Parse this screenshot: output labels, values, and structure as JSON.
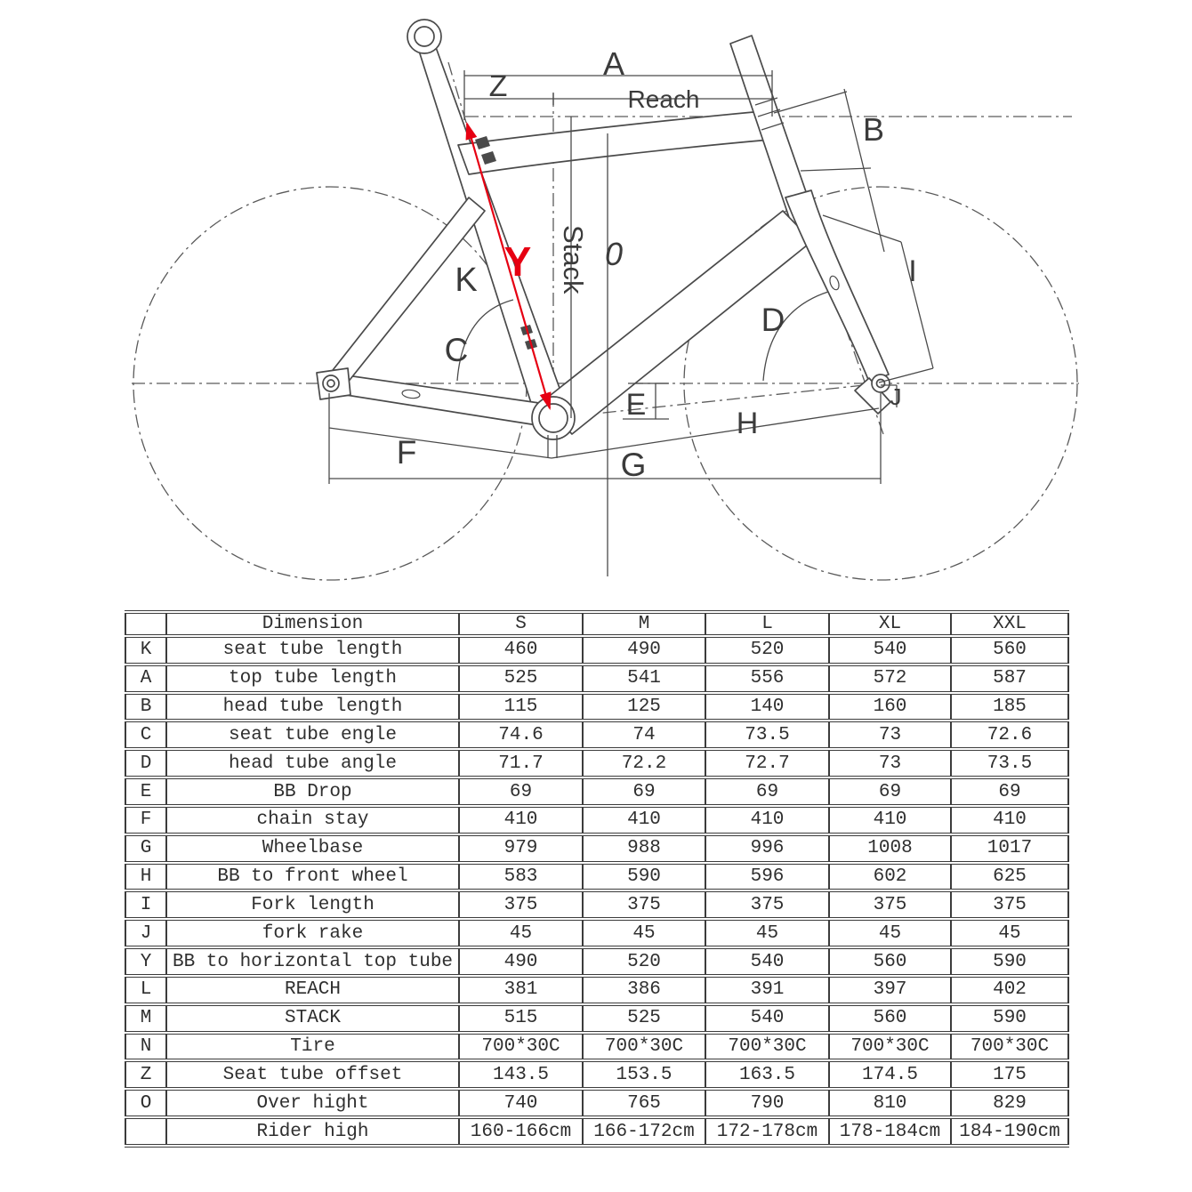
{
  "colors": {
    "line": "#4a4a4a",
    "accent_red": "#e60012",
    "table_border": "#3c3c3c",
    "background": "#ffffff"
  },
  "diagram": {
    "labels": {
      "A": "A",
      "Z": "Z",
      "reach": "Reach",
      "B": "B",
      "I": "I",
      "D": "D",
      "K": "K",
      "C": "C",
      "Y": "Y",
      "stack": "Stack",
      "O": "0",
      "E": "E",
      "H": "H",
      "J": "J",
      "F": "F",
      "G": "G"
    }
  },
  "table": {
    "headers": [
      "",
      "Dimension",
      "S",
      "M",
      "L",
      "XL",
      "XXL"
    ],
    "rows": [
      {
        "key": "K",
        "dimension": "seat tube length",
        "values": [
          "460",
          "490",
          "520",
          "540",
          "560"
        ]
      },
      {
        "key": "A",
        "dimension": "top tube length",
        "values": [
          "525",
          "541",
          "556",
          "572",
          "587"
        ]
      },
      {
        "key": "B",
        "dimension": "head tube length",
        "values": [
          "115",
          "125",
          "140",
          "160",
          "185"
        ]
      },
      {
        "key": "C",
        "dimension": "seat tube engle",
        "values": [
          "74.6",
          "74",
          "73.5",
          "73",
          "72.6"
        ]
      },
      {
        "key": "D",
        "dimension": "head tube angle",
        "values": [
          "71.7",
          "72.2",
          "72.7",
          "73",
          "73.5"
        ]
      },
      {
        "key": "E",
        "dimension": "BB Drop",
        "values": [
          "69",
          "69",
          "69",
          "69",
          "69"
        ]
      },
      {
        "key": "F",
        "dimension": "chain stay",
        "values": [
          "410",
          "410",
          "410",
          "410",
          "410"
        ]
      },
      {
        "key": "G",
        "dimension": "Wheelbase",
        "values": [
          "979",
          "988",
          "996",
          "1008",
          "1017"
        ]
      },
      {
        "key": "H",
        "dimension": "BB to front wheel",
        "values": [
          "583",
          "590",
          "596",
          "602",
          "625"
        ]
      },
      {
        "key": "I",
        "dimension": "Fork length",
        "values": [
          "375",
          "375",
          "375",
          "375",
          "375"
        ]
      },
      {
        "key": "J",
        "dimension": "fork rake",
        "values": [
          "45",
          "45",
          "45",
          "45",
          "45"
        ]
      },
      {
        "key": "Y",
        "dimension": "BB to horizontal top tube",
        "values": [
          "490",
          "520",
          "540",
          "560",
          "590"
        ]
      },
      {
        "key": "L",
        "dimension": "REACH",
        "values": [
          "381",
          "386",
          "391",
          "397",
          "402"
        ]
      },
      {
        "key": "M",
        "dimension": "STACK",
        "values": [
          "515",
          "525",
          "540",
          "560",
          "590"
        ]
      },
      {
        "key": "N",
        "dimension": "Tire",
        "values": [
          "700*30C",
          "700*30C",
          "700*30C",
          "700*30C",
          "700*30C"
        ]
      },
      {
        "key": "Z",
        "dimension": "Seat tube offset",
        "values": [
          "143.5",
          "153.5",
          "163.5",
          "174.5",
          "175"
        ]
      },
      {
        "key": "O",
        "dimension": "Over hight",
        "values": [
          "740",
          "765",
          "790",
          "810",
          "829"
        ]
      },
      {
        "key": "",
        "dimension": "Rider high",
        "values": [
          "160-166cm",
          "166-172cm",
          "172-178cm",
          "178-184cm",
          "184-190cm"
        ]
      }
    ]
  }
}
